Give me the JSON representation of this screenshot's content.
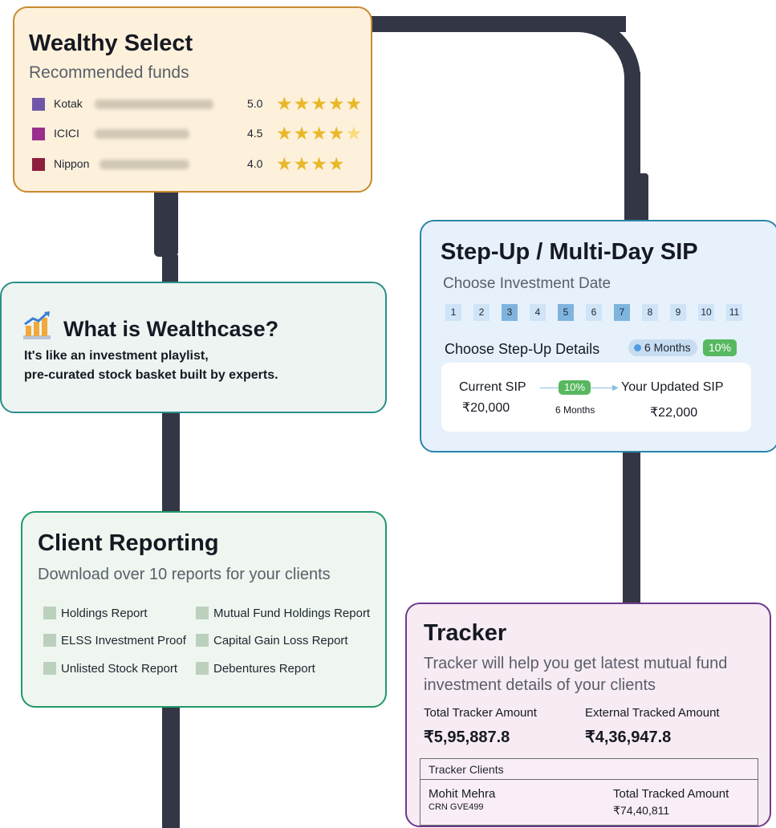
{
  "colors": {
    "track": "#333645",
    "star": "#e9b829",
    "green_badge": "#57b85f"
  },
  "wealthy_select": {
    "title": "Wealthy Select",
    "subtitle": "Recommended funds",
    "funds": [
      {
        "amc": "Kotak",
        "rating": "5.0",
        "stars": 5,
        "color": "#6f57a8"
      },
      {
        "amc": "ICICI",
        "rating": "4.5",
        "stars": 4.5,
        "color": "#9a2f8e"
      },
      {
        "amc": "Nippon",
        "rating": "4.0",
        "stars": 4,
        "color": "#8e1e3e"
      }
    ]
  },
  "wealthcase": {
    "icon": "bar-chart-rising-icon",
    "title": "What is Wealthcase?",
    "line1": "It's like an investment playlist,",
    "line2": "pre-curated stock basket built by experts."
  },
  "client_reporting": {
    "title": "Client Reporting",
    "subtitle": "Download over 10 reports for your clients",
    "reports": [
      "Holdings Report",
      "Mutual Fund Holdings Report",
      "ELSS Investment Proof",
      "Capital Gain Loss Report",
      "Unlisted Stock Report",
      "Debentures Report"
    ]
  },
  "sip": {
    "title": "Step-Up / Multi-Day SIP",
    "subtitle": "Choose Investment Date",
    "days": [
      "1",
      "2",
      "3",
      "4",
      "5",
      "6",
      "7",
      "8",
      "9",
      "10",
      "11"
    ],
    "selected_days": [
      "3",
      "5",
      "7"
    ],
    "stepup_label": "Choose Step-Up Details",
    "period": "6 Months",
    "percent": "10%",
    "current_label": "Current SIP",
    "current_value": "₹20,000",
    "arrow_percent": "10%",
    "arrow_period": "6 Months",
    "updated_label": "Your Updated SIP",
    "updated_value": "₹22,000"
  },
  "tracker": {
    "title": "Tracker",
    "desc_line1": "Tracker will help you get latest mutual fund",
    "desc_line2": "investment details of your clients",
    "total_label": "Total Tracker Amount",
    "total_value": "₹5,95,887.8",
    "external_label": "External Tracked Amount",
    "external_value": "₹4,36,947.8",
    "table_header": "Tracker Clients",
    "client_name": "Mohit Mehra",
    "client_crn": "CRN GVE499",
    "client_amount_label": "Total Tracked Amount",
    "client_amount": "₹74,40,811"
  }
}
